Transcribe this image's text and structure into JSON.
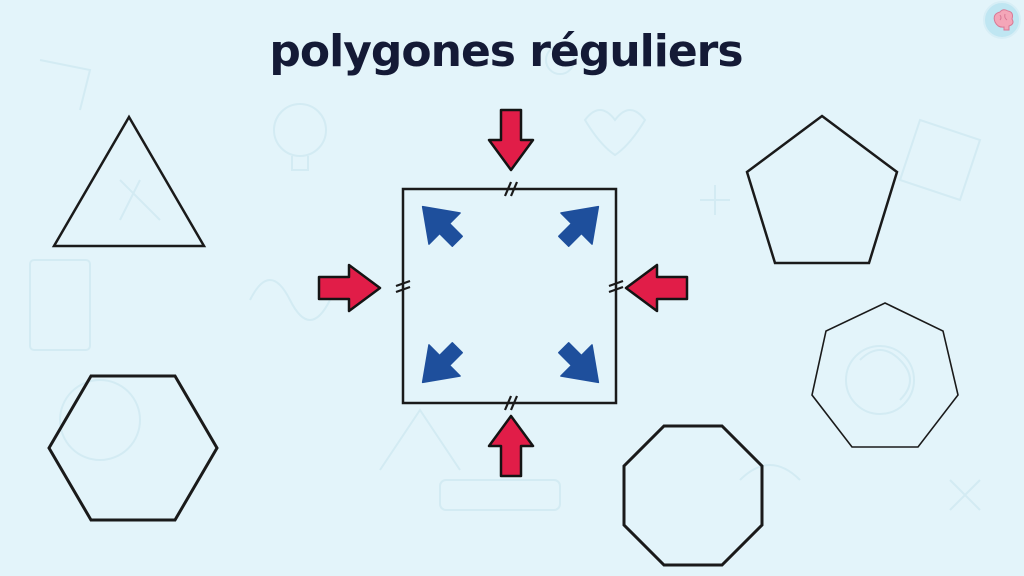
{
  "title": "polygones réguliers",
  "colors": {
    "background": "#e3f4fa",
    "title": "#141a36",
    "outline": "#1a1a1a",
    "red_arrow": "#e11d48",
    "blue_arrow": "#1e4f9c",
    "doodles": "#d3ebf3"
  },
  "shapes": [
    "triangle",
    "square",
    "pentagon",
    "hexagon",
    "heptagon",
    "octagon"
  ],
  "icons": [
    "logo-brain-icon"
  ]
}
